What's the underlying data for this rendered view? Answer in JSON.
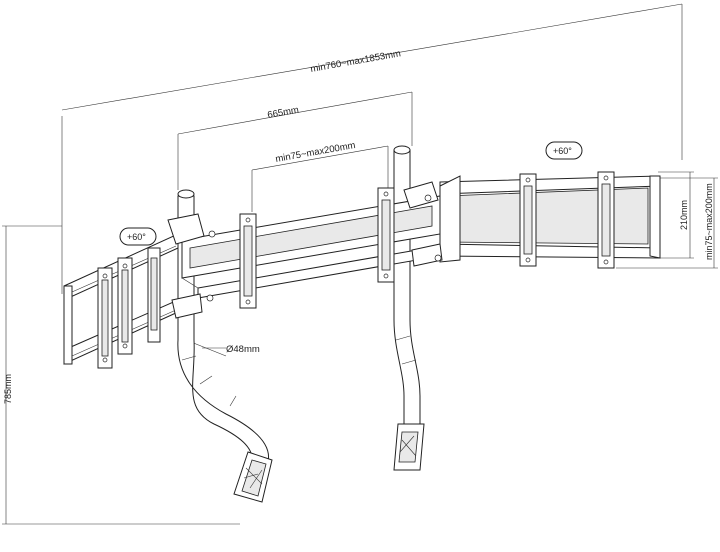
{
  "dimensions": {
    "overall_width": "min760~max1853mm",
    "center_span": "665mm",
    "vesa_horizontal": "min75~max200mm",
    "frame_height": "210mm",
    "vesa_vertical": "min75~max200mm",
    "overall_height": "785mm",
    "pole_diameter": "Ø48mm"
  },
  "badges": {
    "left_tilt": "+60°",
    "right_tilt": "+60°"
  },
  "colors": {
    "line": "#222222",
    "shade": "#e9e9e9",
    "background": "#ffffff"
  }
}
